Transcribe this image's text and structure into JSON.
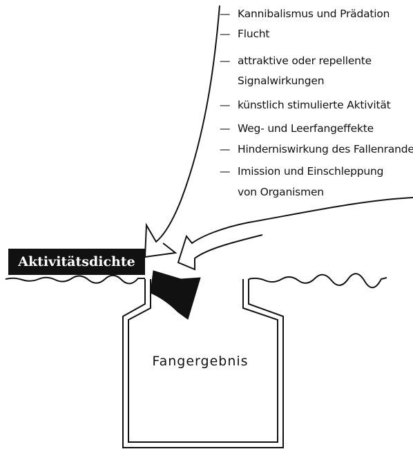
{
  "factors": [
    "Kannibalismus und Prädation",
    "Flucht",
    "attraktive oder repellente",
    "Signalwirkungen",
    "künstlich stimulierte Aktivität",
    "Weg- und Leerfangeffekte",
    "Hinderniswirkung des Fallenrandes",
    "Imission und Einschleppung",
    "von Organismen"
  ],
  "dash": "—",
  "activity_label": "Aktivitätsdichte",
  "catch_label": "Fangergebnis"
}
